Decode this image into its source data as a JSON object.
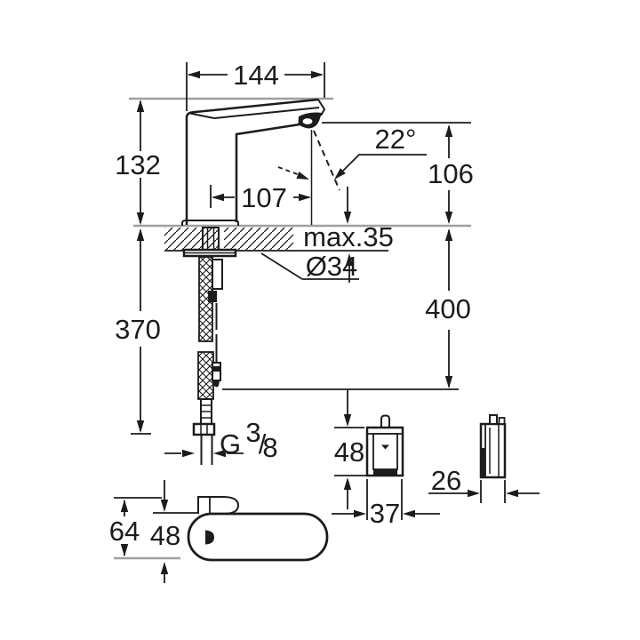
{
  "page": {
    "background": "#ffffff"
  },
  "drawing": {
    "type": "technical-dimension-drawing",
    "subject": "infrared sensor basin faucet with below-deck hose and control box",
    "ink_color": "#1c1c1c",
    "reference_color": "#9aa0a5"
  },
  "labels": {
    "spout_length": "144",
    "body_height": "132",
    "spout_projection": "107",
    "stream_angle": "22°",
    "outlet_height": "106",
    "deck_thickness": "max.35",
    "hole_diameter": "Ø34",
    "hose_length": "370",
    "connection_height": "400",
    "thread_g": "G",
    "thread_sup": "3",
    "thread_slash": "/",
    "thread_sub": "8",
    "box_height": "48",
    "box_width": "37",
    "box_depth": "26",
    "top_view_height": "64",
    "top_view_body_height": "48"
  }
}
